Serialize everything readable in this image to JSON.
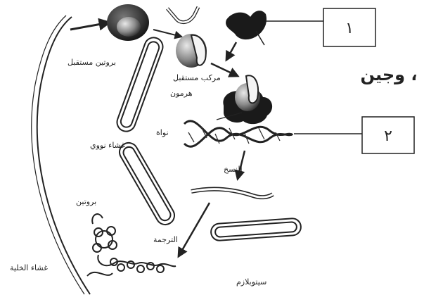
{
  "labels": {
    "receptor_protein": "بروتين مستقبل",
    "hormone_receptor_complex": "مركب مستقبل",
    "hormone": "هرمون",
    "nucleus": "نواة",
    "nuclear_membrane": "غشاء نووي",
    "transcription": "النسخ",
    "protein": "بروتين",
    "translation": "الترجمة",
    "cell_membrane": "غشاء الخلية",
    "cytoplasm": "سيتوبلازم",
    "text_fragment": "وجين ،"
  },
  "boxes": {
    "box1": "١",
    "box2": "٢"
  },
  "colors": {
    "line": "#222222",
    "dark_fill": "#1a1a1a",
    "gray_fill": "#7a7a7a",
    "light_gray": "#bdbdbd"
  }
}
